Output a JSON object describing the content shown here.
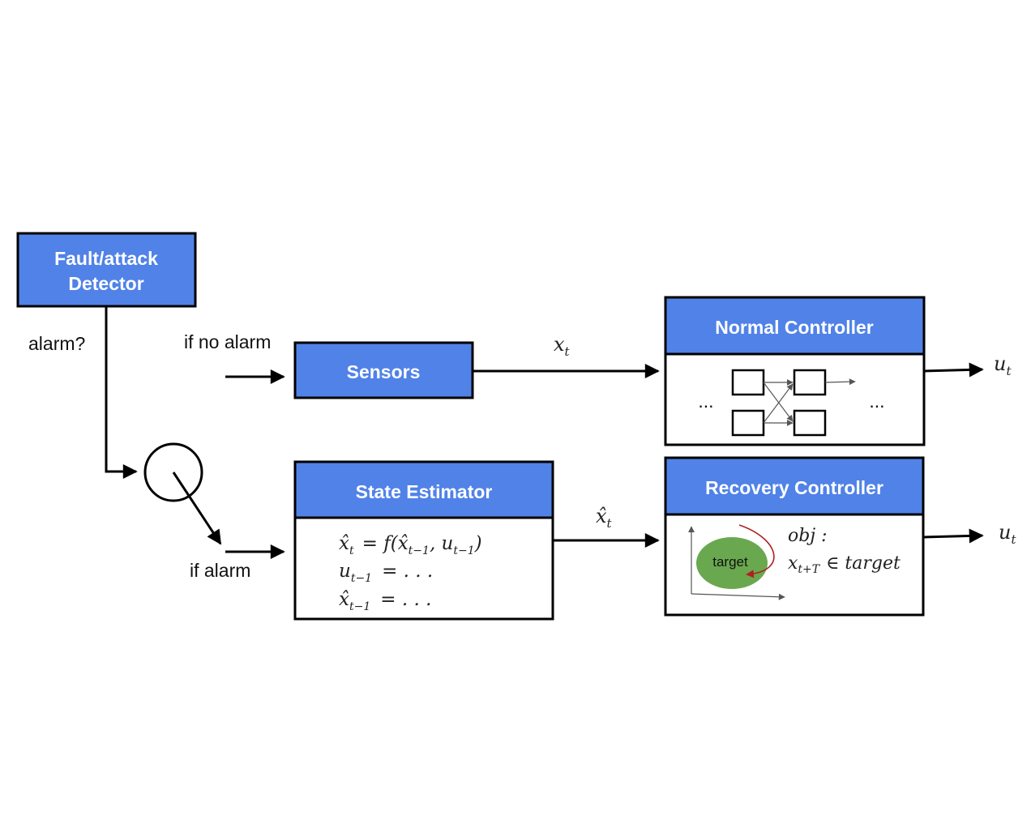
{
  "colors": {
    "box_fill": "#5082e8",
    "target_fill": "#6aa84f",
    "recovery_arrow": "#b02020"
  },
  "boxes": {
    "detector": "Fault/attack Detector",
    "detector_line1": "Fault/attack",
    "detector_line2": "Detector",
    "sensors": "Sensors",
    "state_estimator": "State Estimator",
    "normal_controller": "Normal Controller",
    "recovery_controller": "Recovery Controller"
  },
  "labels": {
    "alarm_question": "alarm?",
    "if_no_alarm": "if no alarm",
    "if_alarm": "if alarm",
    "x_t": "x",
    "x_t_sub": "t",
    "xhat_t": "x̂",
    "xhat_t_sub": "t",
    "u_t_normal": "u",
    "u_t_normal_sub": "t",
    "u_t_recovery": "u",
    "u_t_recovery_sub": "t"
  },
  "state_estimator_equations": {
    "eq1_lhs": "x̂",
    "eq1_lhs_sub": "t",
    "eq1_rhs_f": "= f(x̂",
    "eq1_rhs_sub1": "t−1",
    "eq1_rhs_mid": ", u",
    "eq1_rhs_sub2": "t−1",
    "eq1_rhs_end": ")",
    "eq2_lhs": "u",
    "eq2_lhs_sub": "t−1",
    "eq2_rhs": "= . . .",
    "eq3_lhs": "x̂",
    "eq3_lhs_sub": "t−1",
    "eq3_rhs": "= . . ."
  },
  "normal_controller_content": {
    "ellipsis_left": "...",
    "ellipsis_right": "..."
  },
  "recovery_controller_content": {
    "target_label": "target",
    "obj_label": "obj :",
    "constraint_x": "x",
    "constraint_sub": "t+T",
    "constraint_rest": "∈ target"
  },
  "icons": {
    "switch": "switch-circle-icon",
    "network": "neural-network-icon"
  }
}
